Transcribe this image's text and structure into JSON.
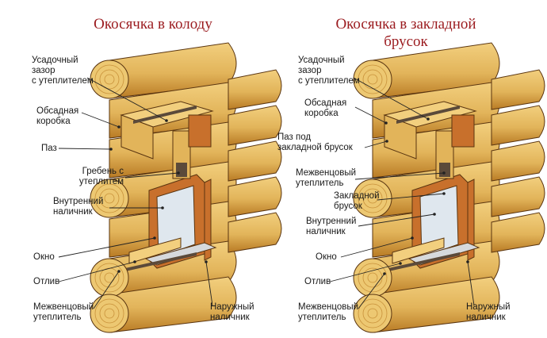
{
  "left": {
    "title": "Окосячка в колоду",
    "labels": {
      "shrink_gap": "Усадочный\nзазор\nс утеплителем",
      "casing_box": "Обсадная\nкоробка",
      "groove": "Паз",
      "ridge": "Гребень с\nутеплитем",
      "inner_trim": "Внутренний\nналичник",
      "window": "Окно",
      "sill": "Отлив",
      "crown_insulation": "Межвенцовый\nутеплитель",
      "outer_trim": "Наружный\nналичник"
    }
  },
  "right": {
    "title": "Окосячка в закладной\nбрусок",
    "labels": {
      "shrink_gap": "Усадочный\nзазор\nс утеплителем",
      "casing_box": "Обсадная\nкоробка",
      "groove_bar": "Паз под\nзакладной брусок",
      "crown_insulation_top": "Межвенцовый\nутеплитель",
      "embedded_bar": "Закладной\nбрусок",
      "inner_trim": "Внутренний\nналичник",
      "window": "Окно",
      "sill": "Отлив",
      "crown_insulation": "Межвенцовый\nутеплитель",
      "outer_trim": "Наружный\nналичник"
    }
  },
  "colors": {
    "title": "#9b1b1f",
    "wood": "#e2b45a",
    "wood_light": "#f2cf7e",
    "wood_dark": "#b97b25",
    "log_end": "#edc872",
    "ring": "#c8913a",
    "frame": "#c8702c",
    "outline": "#5a3510",
    "insulation": "#5b4a3a",
    "glass": "#dfe7ee",
    "sill": "#d6d9dc",
    "leader": "#222222"
  }
}
